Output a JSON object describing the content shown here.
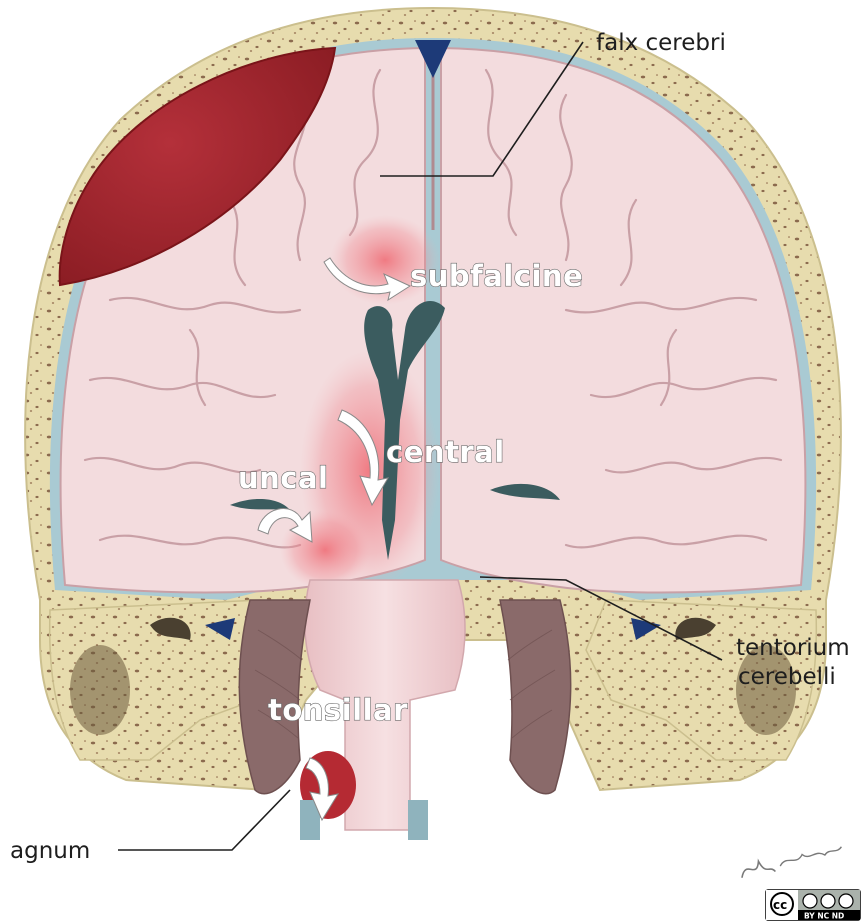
{
  "labels": {
    "falx": "falx cerebri",
    "tentorium_1": "tentorium",
    "tentorium_2": "cerebelli",
    "foramen": "agnum"
  },
  "herniations": {
    "subfalcine": "subfalcine",
    "central": "central",
    "uncal": "uncal",
    "tonsillar": "tonsillar"
  },
  "signature": "M. Skalski",
  "license": {
    "cc": "cc",
    "terms": "BY NC ND"
  },
  "colors": {
    "bone": "#e7dcae",
    "brain": "#f3dcde",
    "gyri_outline": "#c9a0a6",
    "csf": "#9fc4cf",
    "hematoma": "#a0242a",
    "ventricle": "#3b5c5f",
    "venous_sinus": "#1d3a78",
    "cerebellum": "#8a6a6a",
    "highlight": "#ee6a72"
  }
}
